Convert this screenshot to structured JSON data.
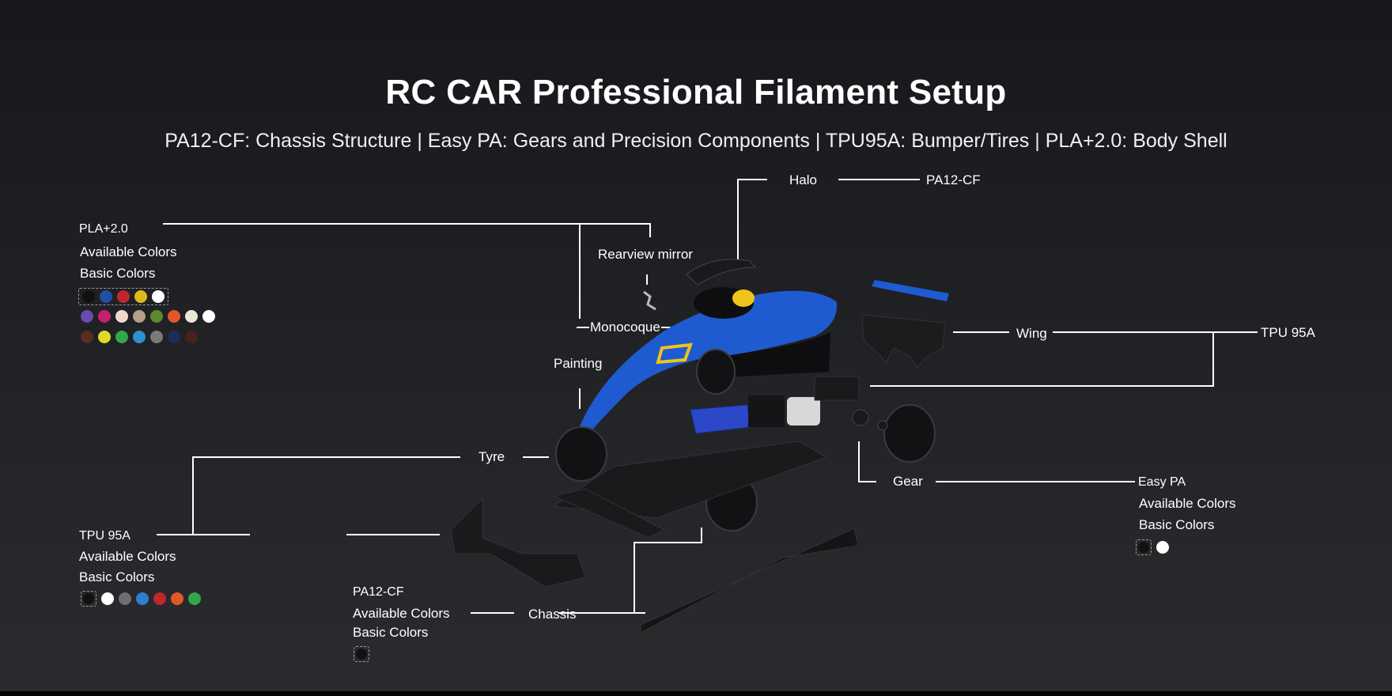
{
  "title": "RC CAR Professional Filament Setup",
  "subtitle": "PA12-CF: Chassis Structure | Easy PA: Gears and Precision Components | TPU95A: Bumper/Tires | PLA+2.0: Body Shell",
  "callouts": {
    "halo": "Halo",
    "halo_material": "PA12-CF",
    "rearview_mirror": "Rearview mirror",
    "monocoque": "Monocoque",
    "painting": "Painting",
    "wing": "Wing",
    "wing_material": "TPU 95A",
    "tyre": "Tyre",
    "gear": "Gear",
    "chassis": "Chassis"
  },
  "materials": {
    "pla": {
      "name": "PLA+2.0",
      "available": "Available Colors",
      "basic": "Basic Colors",
      "basic_colors": [
        "#111111",
        "#1f4fa8",
        "#c0272d",
        "#e0b81c",
        "#ffffff"
      ],
      "row2_colors": [
        "#6a4ab0",
        "#c4206f",
        "#f1d8cc",
        "#b59f86",
        "#5b8a2e",
        "#e2572a",
        "#ece6d6",
        "#ffffff"
      ],
      "row3_colors": [
        "#5a2d1e",
        "#dfd929",
        "#34a64a",
        "#2f8fcf",
        "#7a7a7a",
        "#1d2d5a",
        "#4a1f22"
      ]
    },
    "tpu": {
      "name": "TPU 95A",
      "available": "Available Colors",
      "basic": "Basic Colors",
      "colors": [
        "#111111",
        "#ffffff",
        "#6f6f6f",
        "#2f7fd0",
        "#c0272d",
        "#e2572a",
        "#34a64a"
      ]
    },
    "pa12": {
      "name": "PA12-CF",
      "available": "Available Colors",
      "basic": "Basic Colors",
      "colors": [
        "#111111"
      ]
    },
    "easypa": {
      "name": "Easy PA",
      "available": "Available Colors",
      "basic": "Basic Colors",
      "colors": [
        "#111111",
        "#ffffff"
      ]
    }
  },
  "car_colors": {
    "body_blue": "#1f5bd0",
    "body_black": "#0e0e10",
    "accent_yellow": "#f0c419",
    "part_gray": "#2a2a2e"
  }
}
